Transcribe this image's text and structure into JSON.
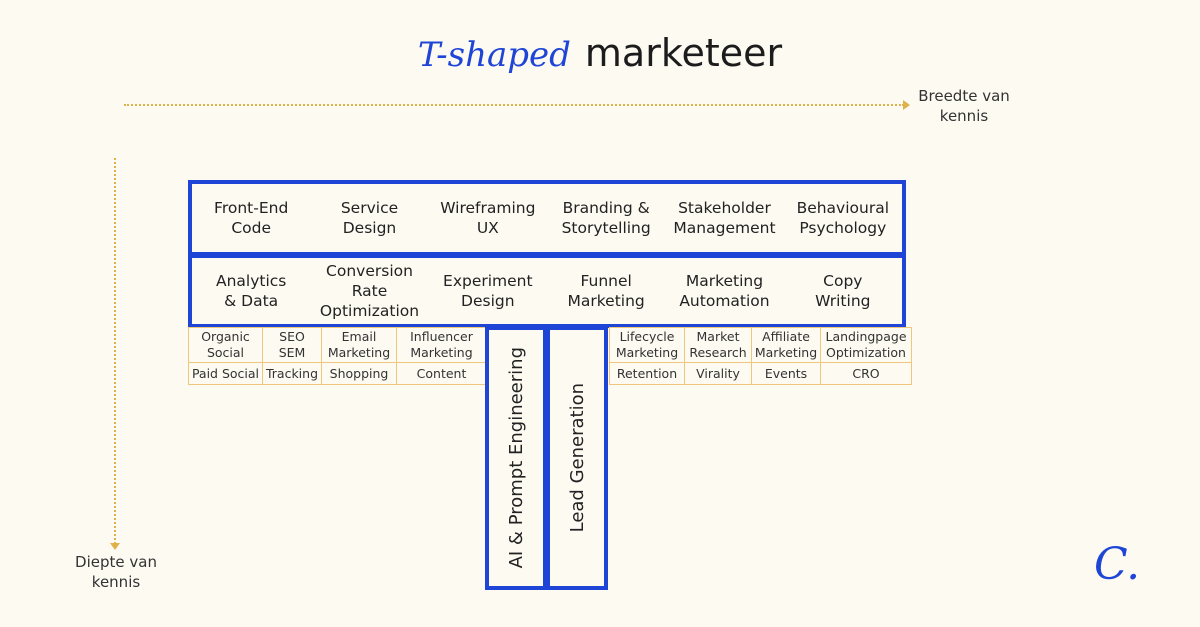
{
  "title": {
    "accent": "T-shaped",
    "rest": "marketeer"
  },
  "axes": {
    "horizontal": [
      "Breedte van",
      "kennis"
    ],
    "vertical": [
      "Diepte van",
      "kennis"
    ]
  },
  "row1": [
    [
      "Front-End",
      "Code"
    ],
    [
      "Service",
      "Design"
    ],
    [
      "Wireframing",
      "UX"
    ],
    [
      "Branding  &",
      "Storytelling"
    ],
    [
      "Stakeholder",
      "Management"
    ],
    [
      "Behavioural",
      "Psychology"
    ]
  ],
  "row2": [
    [
      "Analytics",
      "& Data"
    ],
    [
      "Conversion",
      "Rate",
      "Optimization"
    ],
    [
      "Experiment",
      "Design"
    ],
    [
      "Funnel",
      "Marketing"
    ],
    [
      "Marketing",
      "Automation"
    ],
    [
      "Copy",
      "Writing"
    ]
  ],
  "grid_left": {
    "top": [
      [
        "Organic",
        "Social"
      ],
      [
        "SEO",
        "SEM"
      ],
      [
        "Email",
        "Marketing"
      ],
      [
        "Influencer",
        "Marketing"
      ]
    ],
    "bottom": [
      "Paid Social",
      "Tracking",
      "Shopping",
      "Content"
    ]
  },
  "grid_right": {
    "top": [
      [
        "Lifecycle",
        "Marketing"
      ],
      [
        "Market",
        "Research"
      ],
      [
        "Affiliate",
        "Marketing"
      ],
      [
        "Landingpage",
        "Optimization"
      ]
    ],
    "bottom": [
      "Retention",
      "Virality",
      "Events",
      "CRO"
    ]
  },
  "deep_skills": [
    "AI & Prompt Engineering",
    "Lead Generation"
  ],
  "logo": "C."
}
